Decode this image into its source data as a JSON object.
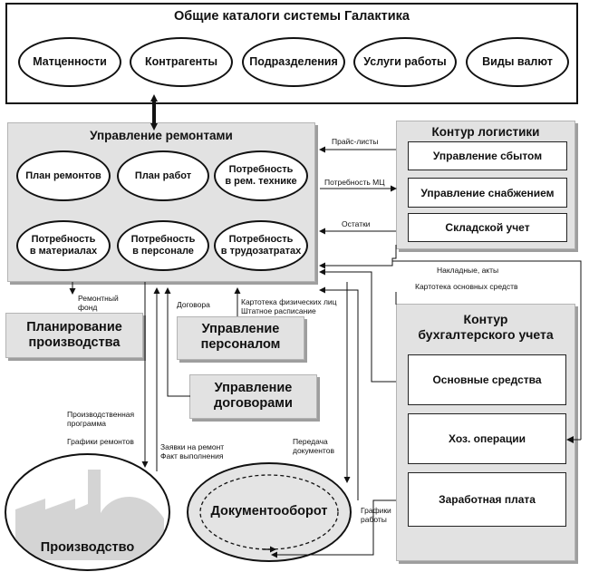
{
  "catalogs": {
    "title": "Общие каталоги системы Галактика",
    "items": [
      "Матценности",
      "Контрагенты",
      "Подразделения",
      "Услуги работы",
      "Виды валют"
    ]
  },
  "repairs": {
    "title": "Управление ремонтами",
    "items": [
      "План ремонтов",
      "План работ",
      "Потребность\nв рем. технике",
      "Потребность\nв материалах",
      "Потребность\nв персонале",
      "Потребность\nв трудозатратах"
    ]
  },
  "logistics": {
    "title": "Контур логистики",
    "items": [
      "Управление сбытом",
      "Управление снабжением",
      "Складской учет"
    ]
  },
  "accounting": {
    "title": "Контур\nбухгалтерского учета",
    "items": [
      "Основные средства",
      "Хоз. операции",
      "Заработная плата"
    ]
  },
  "modules": {
    "planning": "Планирование\nпроизводства",
    "personnel": "Управление\nперсоналом",
    "contracts": "Управление\nдоговорами",
    "production": "Производство",
    "docflow": "Документооборот"
  },
  "flow_labels": {
    "price_lists": "Прайс-листы",
    "mc_need": "Потребность МЦ",
    "remains": "Остатки",
    "invoices": "Накладные, акты",
    "fa_catalog": "Картотека основных средств",
    "repair_fund": "Ремонтный\nфонд",
    "contracts": "Договора",
    "people_catalog": "Картотека физических лиц\nШтатное расписание",
    "production_program": "Производственная\nпрограмма",
    "repair_schedules": "Графики ремонтов",
    "repair_requests": "Заявки на ремонт\nФакт выполнения",
    "doc_transfer": "Передача\nдокументов",
    "work_schedules": "Графики\nработы"
  }
}
